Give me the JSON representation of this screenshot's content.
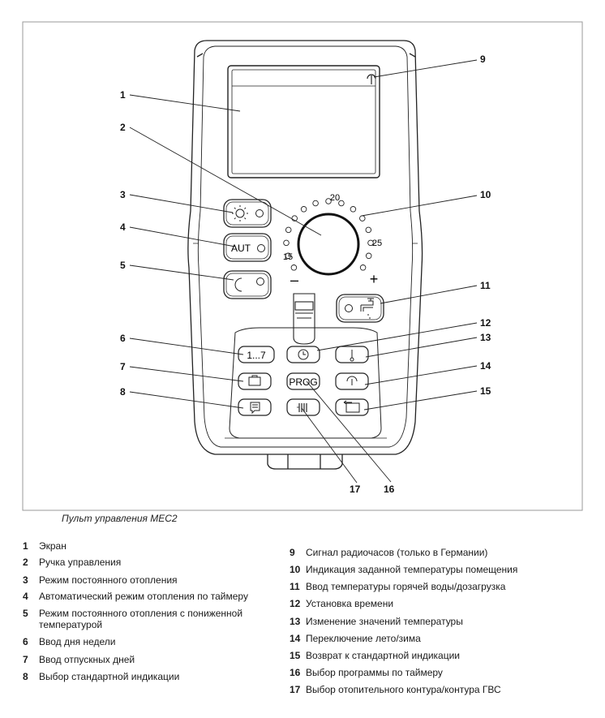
{
  "diagram": {
    "dial_scale": {
      "low": "15",
      "mid": "20",
      "high": "25",
      "minus": "–",
      "plus": "+"
    },
    "button_labels": {
      "auto": "AUT",
      "weekday": "1...7",
      "prog": "PROG"
    },
    "callouts": [
      "1",
      "2",
      "3",
      "4",
      "5",
      "6",
      "7",
      "8",
      "9",
      "10",
      "11",
      "12",
      "13",
      "14",
      "15",
      "16",
      "17"
    ],
    "icons": {
      "radio_signal": "radio-signal-icon",
      "sun": "sun-icon",
      "moon": "moon-icon",
      "tap": "water-tap-icon",
      "clock": "clock-icon",
      "thermometer": "thermometer-icon",
      "suitcase": "suitcase-icon",
      "summer_winter": "umbrella-icon",
      "info": "info-card-icon",
      "radiator": "radiator-icon",
      "return": "return-arrow-icon"
    }
  },
  "caption": "Пульт управления MEC2",
  "legend_left": [
    {
      "num": "1",
      "text": "Экран"
    },
    {
      "num": "2",
      "text": "Ручка управления"
    },
    {
      "num": "3",
      "text": "Режим постоянного отопления"
    },
    {
      "num": "4",
      "text": "Автоматический режим отопления по таймеру"
    },
    {
      "num": "5",
      "text": "Режим постоянного отопления с пониженной температурой"
    },
    {
      "num": "6",
      "text": "Ввод дня недели"
    },
    {
      "num": "7",
      "text": "Ввод отпускных дней"
    },
    {
      "num": "8",
      "text": "Выбор стандартной индикации"
    }
  ],
  "legend_right": [
    {
      "num": "9",
      "text": "Сигнал радиочасов (только в Германии)"
    },
    {
      "num": "10",
      "text": "Индикация заданной температуры помещения"
    },
    {
      "num": "11",
      "text": "Ввод температуры горячей воды/дозагрузка"
    },
    {
      "num": "12",
      "text": "Установка времени"
    },
    {
      "num": "13",
      "text": "Изменение значений температуры"
    },
    {
      "num": "14",
      "text": "Переключение лето/зима"
    },
    {
      "num": "15",
      "text": "Возврат к стандартной индикации"
    },
    {
      "num": "16",
      "text": "Выбор программы по таймеру"
    },
    {
      "num": "17",
      "text": "Выбор отопительного контура/контура ГВС"
    }
  ]
}
